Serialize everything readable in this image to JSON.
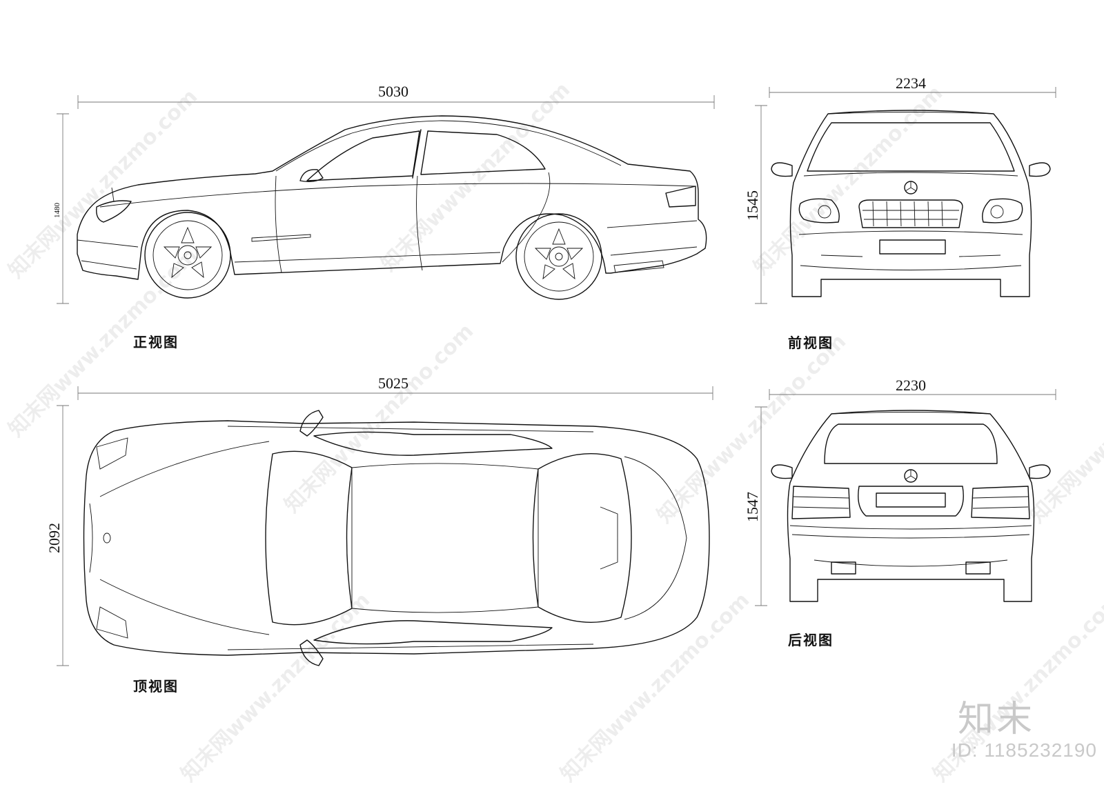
{
  "views": {
    "side": {
      "label": "正视图",
      "length": "5030",
      "height": "1480"
    },
    "front": {
      "label": "前视图",
      "width": "2234",
      "height": "1545"
    },
    "top": {
      "label": "顶视图",
      "length": "5025",
      "width": "2092"
    },
    "rear": {
      "label": "后视图",
      "width": "2230",
      "height": "1547"
    }
  },
  "watermark": {
    "text": "知末网www.znzmo.com",
    "brand": "知末",
    "id": "ID: 1185232190"
  }
}
